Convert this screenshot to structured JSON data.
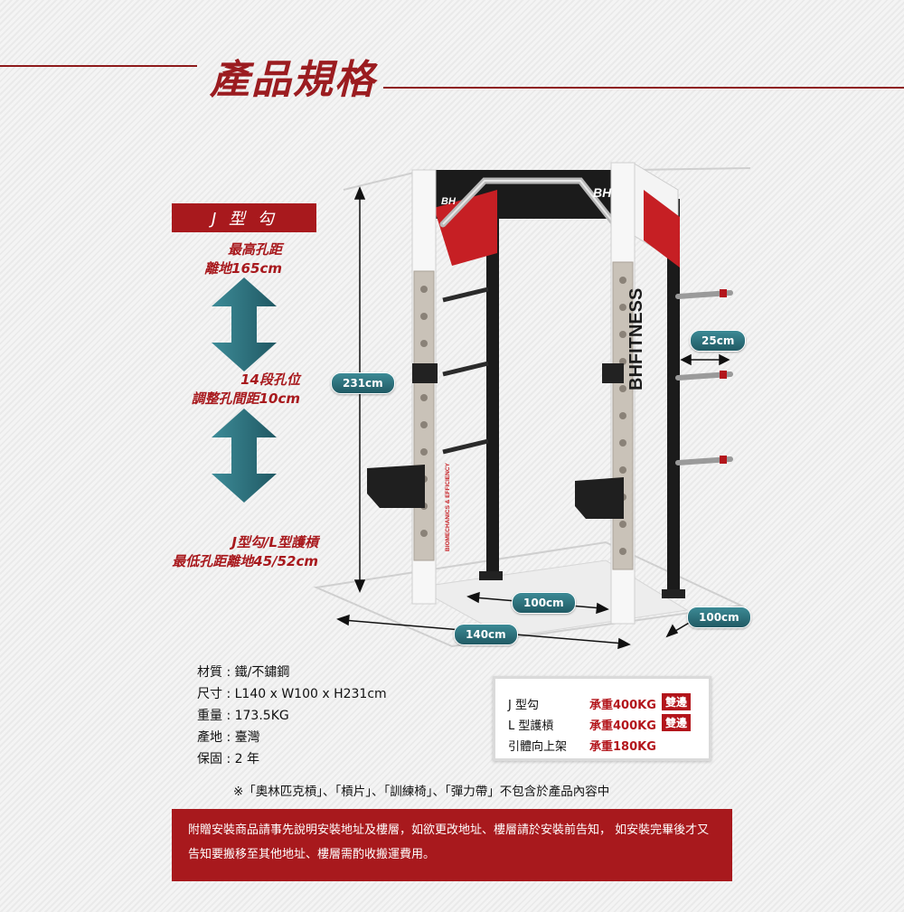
{
  "header": {
    "title": "產品規格"
  },
  "diagram": {
    "j_hook_title": "J 型 勾",
    "max_hole_line1": "最高孔距",
    "max_hole_line2": "離地165cm",
    "holes_line1": "14段孔位",
    "holes_line2": "調整孔間距10cm",
    "min_hole_line1": "J型勾/L型護槓",
    "min_hole_line2": "最低孔距離地45/52cm",
    "dim_height": "231cm",
    "dim_peg": "25cm",
    "dim_inner_width": "100cm",
    "dim_depth": "100cm",
    "dim_length": "140cm",
    "brand_front": "BH",
    "brand_side": "BHFITNESS",
    "brand_post": "BIOMECHANICS & EFFICIENCY"
  },
  "specs": [
    {
      "text": "材質 : 鐵/不鏽鋼"
    },
    {
      "text": "尺寸 : L140 x W100 x H231cm"
    },
    {
      "text": "重量 : 173.5KG"
    },
    {
      "text": "產地 : 臺灣"
    },
    {
      "text": "保固 : 2 年"
    }
  ],
  "loads": [
    {
      "item": "J 型勾",
      "value": "承重400KG",
      "badge": "雙邊"
    },
    {
      "item": "L 型護槓",
      "value": "承重400KG",
      "badge": "雙邊"
    },
    {
      "item": "引體向上架",
      "value": "承重180KG",
      "badge": ""
    }
  ],
  "exclusion_note": "※「奧林匹克槓」、「槓片」、「訓練椅」、「彈力帶」不包含於產品內容中",
  "footer_text": "附贈安裝商品請事先說明安裝地址及樓層，如欲更改地址、樓層請於安裝前告知， 如安裝完畢後才又告知要搬移至其他地址、樓層需酌收搬運費用。",
  "colors": {
    "brand_red": "#a8191d",
    "teal": "#2f7480",
    "rack_black": "#1b1b1b",
    "rack_white": "#f7f7f7",
    "steel": "#c9c2b8"
  }
}
